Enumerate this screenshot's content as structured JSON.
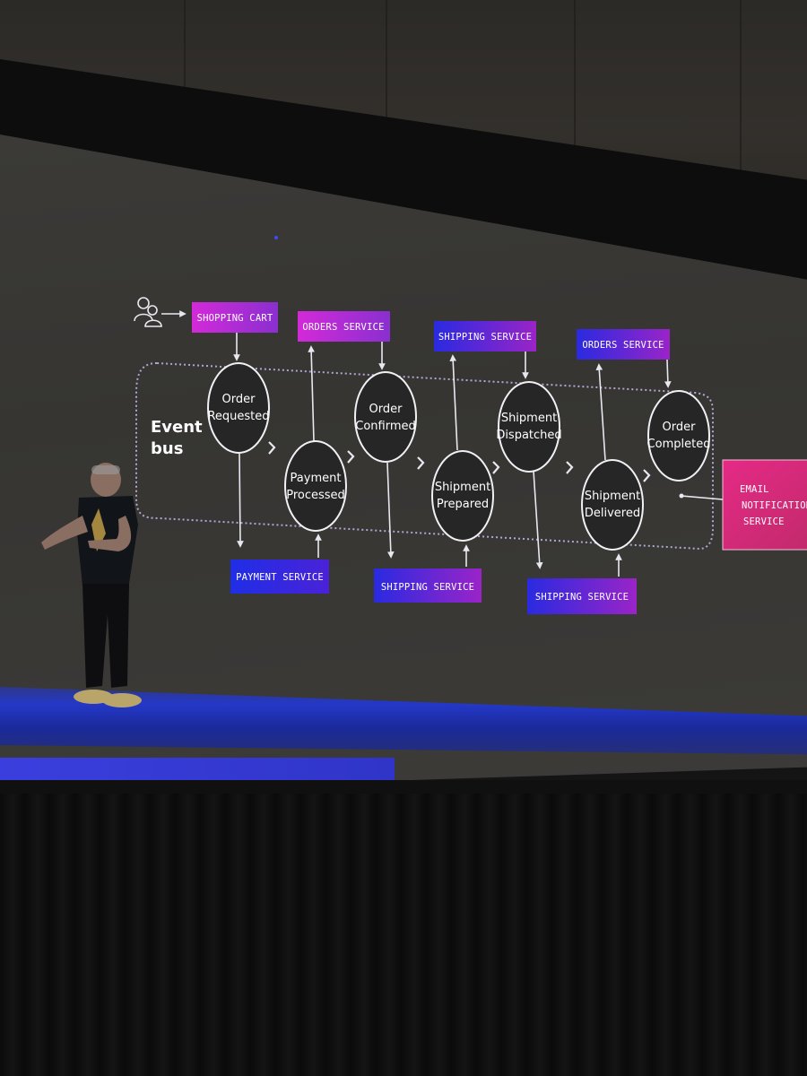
{
  "diagram": {
    "bus_label_line1": "Event",
    "bus_label_line2": "bus",
    "top_services": {
      "shopping_cart": "SHOPPING CART",
      "orders_service_1": "ORDERS SERVICE",
      "shipping_service_top": "SHIPPING SERVICE",
      "orders_service_2": "ORDERS SERVICE"
    },
    "bottom_services": {
      "payment_service": "PAYMENT SERVICE",
      "shipping_service_1": "SHIPPING SERVICE",
      "shipping_service_2": "SHIPPING SERVICE"
    },
    "email_service": {
      "line1": "EMAIL",
      "line2": "NOTIFICATION",
      "line3": "SERVICE"
    },
    "events": {
      "order_requested": [
        "Order",
        "Requested"
      ],
      "payment_processed": [
        "Payment",
        "Processed"
      ],
      "order_confirmed": [
        "Order",
        "Confirmed"
      ],
      "shipment_prepared": [
        "Shipment",
        "Prepared"
      ],
      "shipment_dispatched": [
        "Shipment",
        "Dispatched"
      ],
      "shipment_delivered": [
        "Shipment",
        "Delivered"
      ],
      "order_completed": [
        "Order",
        "Completed"
      ]
    },
    "colors": {
      "magenta": "#c026d3",
      "purple": "#7c2fd6",
      "blue": "#2430e0",
      "pink": "#e0307a",
      "line": "#e8e8f0"
    }
  },
  "scene": {
    "icon_users": "users-icon"
  }
}
